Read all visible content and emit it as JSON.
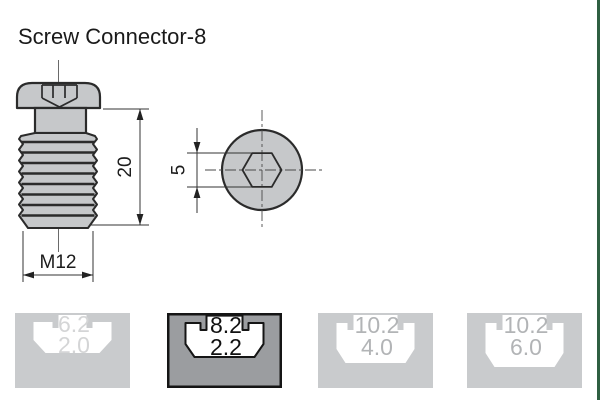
{
  "title": "Screw Connector-8",
  "colors": {
    "accent_green": "#2e5f41",
    "drawing_fill": "#c6c8ca",
    "outline": "#2b2b2b",
    "active_fill": "#9b9da0",
    "inactive_fill": "#c9cbcd"
  },
  "side_view": {
    "length_label": "20",
    "thread_label": "M12"
  },
  "top_view": {
    "hex_socket_label": "5"
  },
  "groove_options": [
    {
      "slot_width": "6.2",
      "depth": "2.0",
      "state": "inactive"
    },
    {
      "slot_width": "8.2",
      "depth": "2.2",
      "state": "active"
    },
    {
      "slot_width": "10.2",
      "depth": "4.0",
      "state": "inactive"
    },
    {
      "slot_width": "10.2",
      "depth": "6.0",
      "state": "inactive"
    }
  ]
}
